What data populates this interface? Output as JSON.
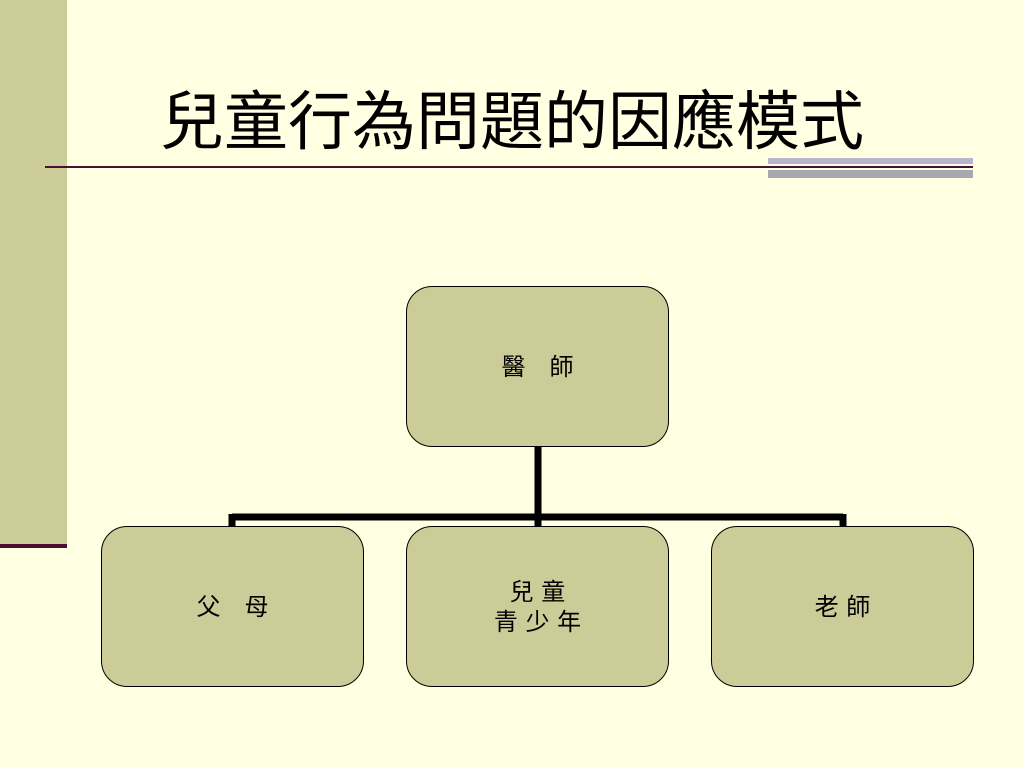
{
  "slide": {
    "title": "兒童行為問題的因應模式"
  },
  "diagram": {
    "root": {
      "label": "醫　師"
    },
    "children": [
      {
        "label": "父　母"
      },
      {
        "label": "兒 童\n青 少 年"
      },
      {
        "label": "老 師"
      }
    ]
  },
  "colors": {
    "background": "#ffffe1",
    "band": "#cccc99",
    "node_fill": "#cccc99",
    "rule": "#4a0f30",
    "connector": "#000000"
  }
}
